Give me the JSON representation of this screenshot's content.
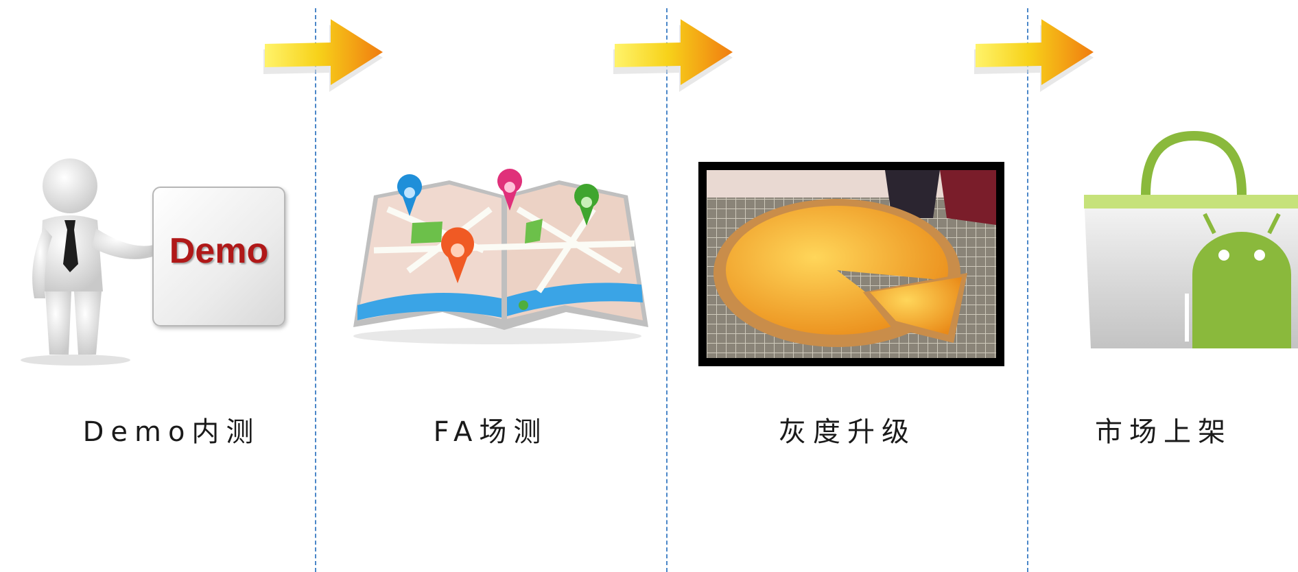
{
  "stages": [
    {
      "label": "Demo内测",
      "image": "demo-presenter-figure"
    },
    {
      "label": "FA场测",
      "image": "folded-map-with-pins"
    },
    {
      "label": "灰度升级",
      "image": "peach-tart-photo"
    },
    {
      "label": "市场上架",
      "image": "android-market-bag"
    }
  ],
  "demo_sign_text": "Demo",
  "colors": {
    "divider": "#4a86c8",
    "arrow_start": "#f7e21a",
    "arrow_end": "#f08a10",
    "demo_text": "#b01818",
    "android_green": "#8ab93c"
  }
}
